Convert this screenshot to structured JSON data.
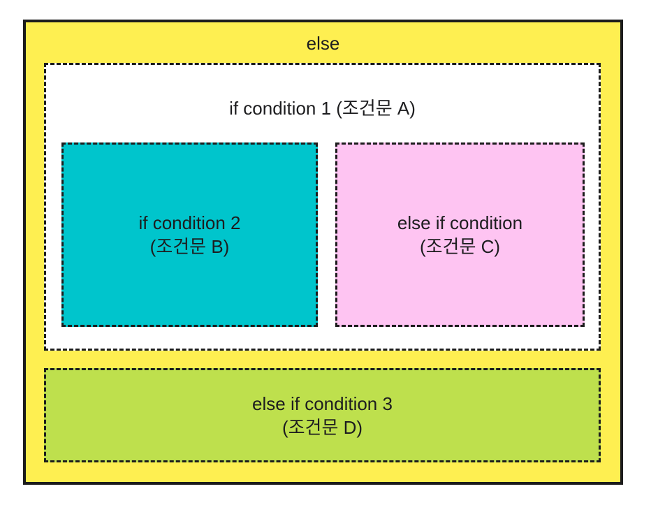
{
  "diagram": {
    "description_type": "nested if-else condition diagram",
    "blocks": {
      "else_block": {
        "label": "else"
      },
      "if1_block": {
        "label": "if condition 1 (조건문 A)"
      },
      "if2_block": {
        "line1": "if condition 2",
        "line2": "(조건문 B)"
      },
      "elseif_c_block": {
        "line1": "else if condition",
        "line2": "(조건문 C)"
      },
      "elseif3_block": {
        "line1": "else if condition 3",
        "line2": "(조건문 D)"
      }
    },
    "colors": {
      "else_bg": "#FEEF51",
      "if1_bg": "#FFFFFF",
      "if2_bg": "#00C5CC",
      "elseif_c_bg": "#FEC4F2",
      "elseif3_bg": "#BEE04D",
      "border": "#1C1C1C",
      "text": "#1D1D1F"
    }
  }
}
